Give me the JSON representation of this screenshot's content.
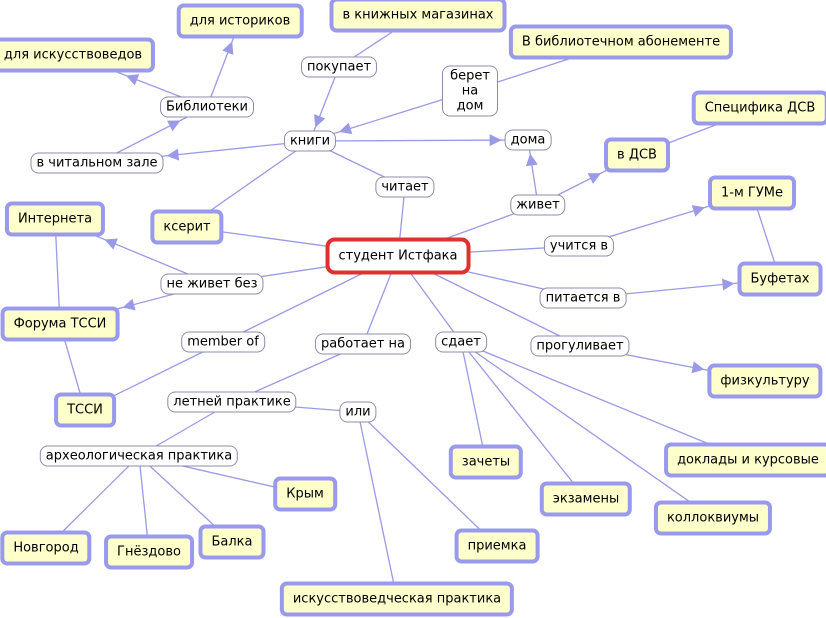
{
  "nodes": {
    "student": {
      "label": "студент Истфака",
      "kind": "main"
    },
    "historians": {
      "label": "для историков",
      "kind": "concept"
    },
    "artcritics": {
      "label": "для искусствоведов",
      "kind": "concept"
    },
    "bookstores": {
      "label": "в книжных магазинах",
      "kind": "concept"
    },
    "subscription": {
      "label": "В библиотечном абонементе",
      "kind": "concept"
    },
    "dsvspec": {
      "label": "Специфика ДСВ",
      "kind": "concept"
    },
    "dsv": {
      "label": "в ДСВ",
      "kind": "concept"
    },
    "gum": {
      "label": "1-м ГУМе",
      "kind": "concept"
    },
    "buffets": {
      "label": "Буфетах",
      "kind": "concept"
    },
    "pe": {
      "label": "физкультуру",
      "kind": "concept"
    },
    "reports": {
      "label": "доклады и курсовые",
      "kind": "concept"
    },
    "colloq": {
      "label": "коллоквиумы",
      "kind": "concept"
    },
    "exams": {
      "label": "экзамены",
      "kind": "concept"
    },
    "credits": {
      "label": "зачеты",
      "kind": "concept"
    },
    "acceptance": {
      "label": "приемка",
      "kind": "concept"
    },
    "artpractice": {
      "label": "искусствоведческая практика",
      "kind": "concept"
    },
    "crimea": {
      "label": "Крым",
      "kind": "concept"
    },
    "balka": {
      "label": "Балка",
      "kind": "concept"
    },
    "gnezdovo": {
      "label": "Гнёздово",
      "kind": "concept"
    },
    "novgorod": {
      "label": "Новгород",
      "kind": "concept"
    },
    "tssi": {
      "label": "ТССИ",
      "kind": "concept"
    },
    "forum": {
      "label": "Форума ТССИ",
      "kind": "concept"
    },
    "internet": {
      "label": "Интернета",
      "kind": "concept"
    },
    "xerox": {
      "label": "ксерит",
      "kind": "concept"
    },
    "buys": {
      "label": "покупает",
      "kind": "link"
    },
    "libraries": {
      "label": "Библиотеки",
      "kind": "link"
    },
    "books": {
      "label": "книги",
      "kind": "link"
    },
    "readingroom": {
      "label": "в читальном зале",
      "kind": "link"
    },
    "takeshome": {
      "label": "берет на дом",
      "kind": "link"
    },
    "home": {
      "label": "дома",
      "kind": "link"
    },
    "reads": {
      "label": "читает",
      "kind": "link"
    },
    "lives": {
      "label": "живет",
      "kind": "link"
    },
    "studies": {
      "label": "учится в",
      "kind": "link"
    },
    "cantlive": {
      "label": "не живет без",
      "kind": "link"
    },
    "eats": {
      "label": "питается в",
      "kind": "link"
    },
    "member": {
      "label": "member of",
      "kind": "link"
    },
    "works": {
      "label": "работает на",
      "kind": "link"
    },
    "passes": {
      "label": "сдает",
      "kind": "link"
    },
    "skips": {
      "label": "прогуливает",
      "kind": "link"
    },
    "summer": {
      "label": "летней практике",
      "kind": "link"
    },
    "or": {
      "label": "или",
      "kind": "link"
    },
    "archpractice": {
      "label": "археологическая практика",
      "kind": "link"
    }
  },
  "edges": [
    [
      "books",
      "readingroom",
      true
    ],
    [
      "readingroom",
      "libraries",
      true
    ],
    [
      "libraries",
      "artcritics",
      true
    ],
    [
      "libraries",
      "historians",
      true
    ],
    [
      "books",
      "home",
      true
    ],
    [
      "bookstores",
      "buys",
      false
    ],
    [
      "buys",
      "books",
      true
    ],
    [
      "subscription",
      "takeshome",
      false
    ],
    [
      "takeshome",
      "books",
      true
    ],
    [
      "books",
      "reads",
      false
    ],
    [
      "reads",
      "student",
      false
    ],
    [
      "student",
      "lives",
      false
    ],
    [
      "lives",
      "home",
      true
    ],
    [
      "lives",
      "dsv",
      true
    ],
    [
      "dsv",
      "dsvspec",
      false
    ],
    [
      "student",
      "studies",
      false
    ],
    [
      "studies",
      "gum",
      true
    ],
    [
      "gum",
      "buffets",
      false
    ],
    [
      "student",
      "eats",
      false
    ],
    [
      "eats",
      "buffets",
      true
    ],
    [
      "student",
      "skips",
      false
    ],
    [
      "skips",
      "pe",
      true
    ],
    [
      "student",
      "passes",
      false
    ],
    [
      "passes",
      "credits",
      false
    ],
    [
      "passes",
      "exams",
      false
    ],
    [
      "passes",
      "colloq",
      false
    ],
    [
      "passes",
      "reports",
      false
    ],
    [
      "student",
      "works",
      false
    ],
    [
      "works",
      "summer",
      false
    ],
    [
      "summer",
      "or",
      false
    ],
    [
      "or",
      "acceptance",
      false
    ],
    [
      "or",
      "artpractice",
      false
    ],
    [
      "summer",
      "archpractice",
      false
    ],
    [
      "archpractice",
      "crimea",
      false
    ],
    [
      "archpractice",
      "balka",
      false
    ],
    [
      "archpractice",
      "gnezdovo",
      false
    ],
    [
      "archpractice",
      "novgorod",
      false
    ],
    [
      "student",
      "member",
      false
    ],
    [
      "member",
      "tssi",
      false
    ],
    [
      "tssi",
      "forum",
      false
    ],
    [
      "forum",
      "internet",
      false
    ],
    [
      "student",
      "cantlive",
      false
    ],
    [
      "cantlive",
      "internet",
      true
    ],
    [
      "cantlive",
      "forum",
      true
    ],
    [
      "student",
      "xerox",
      false
    ],
    [
      "xerox",
      "books",
      false
    ]
  ],
  "colors": {
    "edge": "#9a9ae6",
    "concept_fill": "#ffffcc",
    "concept_border": "#9999ee",
    "main_border": "#e03030"
  }
}
